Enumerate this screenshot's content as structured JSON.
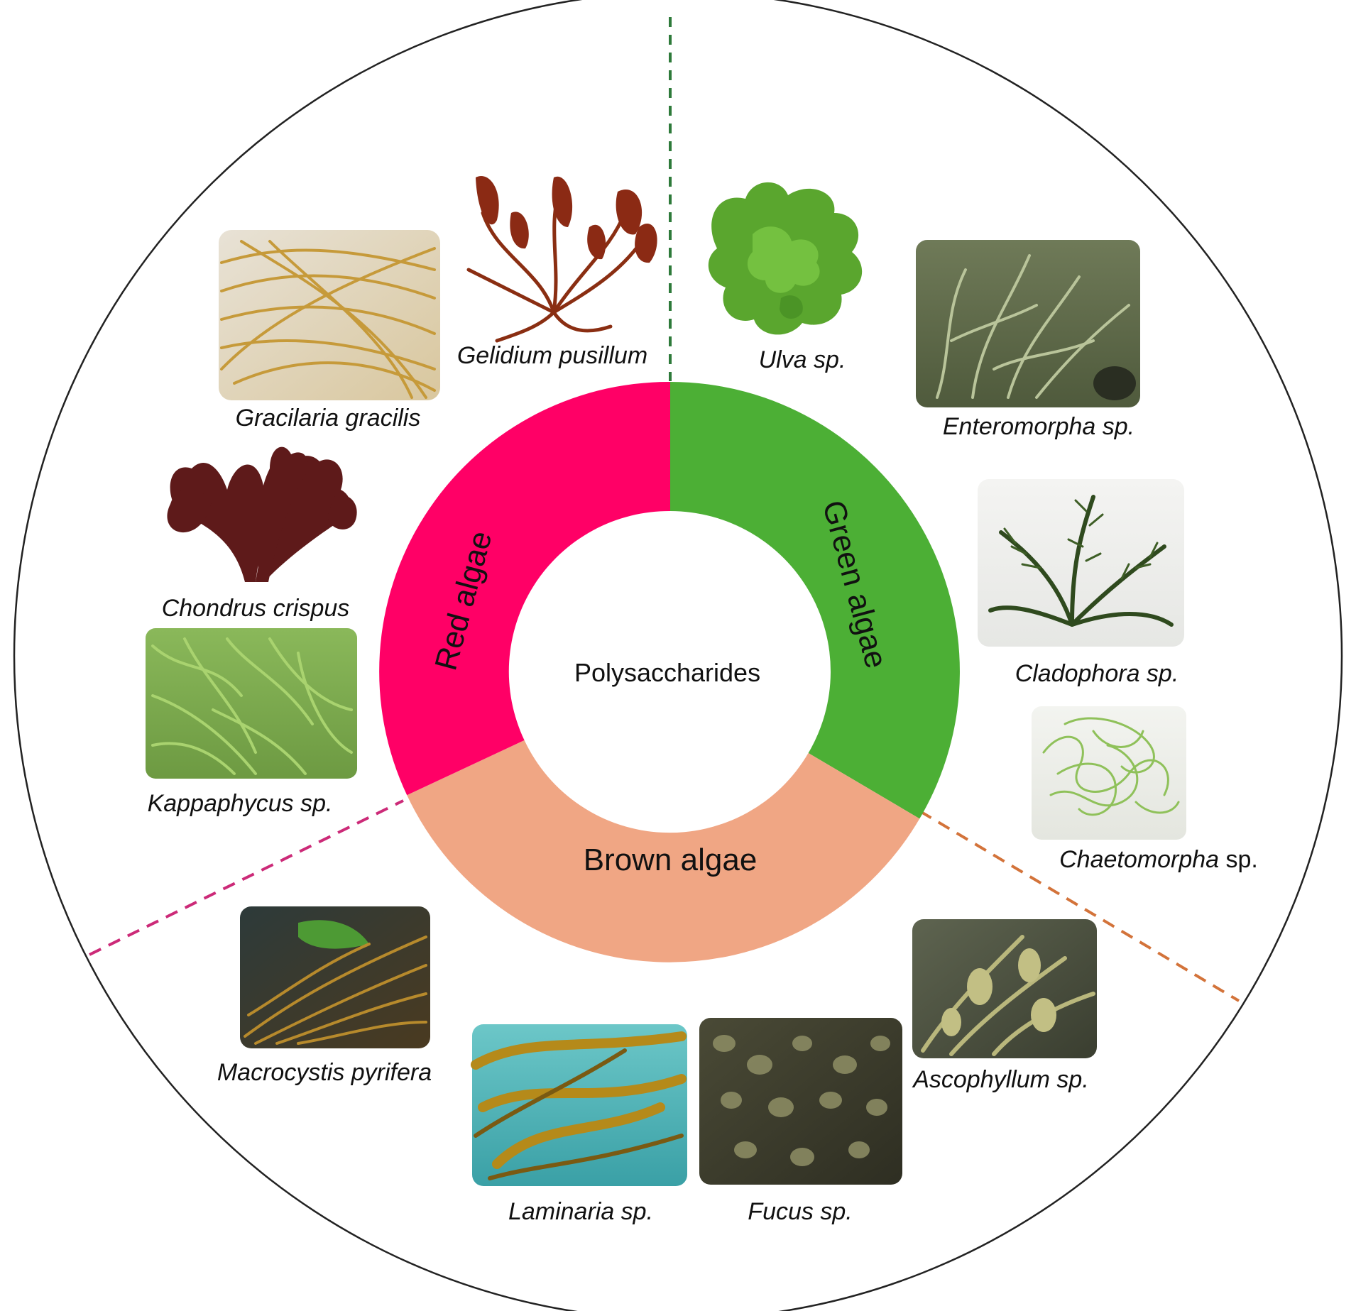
{
  "center": {
    "label": "Polysaccharides"
  },
  "segments": {
    "red": {
      "label": "Red algae",
      "color": "#ff0066"
    },
    "green": {
      "label": "Green algae",
      "color": "#4caf35"
    },
    "brown": {
      "label": "Brown algae",
      "color": "#f0a684"
    }
  },
  "dividers": {
    "red_brown": {
      "color": "#cc2a78"
    },
    "green_brown": {
      "color": "#d3733a"
    },
    "red_green": {
      "color": "#2e7a3a"
    }
  },
  "species": {
    "gelidium": {
      "name": "Gelidium pusillum"
    },
    "gracilaria": {
      "name": "Gracilaria gracilis"
    },
    "chondrus": {
      "name": "Chondrus crispus"
    },
    "kappaphycus": {
      "name": "Kappaphycus sp."
    },
    "ulva": {
      "name": "Ulva sp."
    },
    "enteromorpha": {
      "name": "Enteromorpha sp."
    },
    "cladophora": {
      "name": "Cladophora sp."
    },
    "chaetomorpha": {
      "genus": "Chaetomorpha",
      "suffix": " sp."
    },
    "macrocystis": {
      "name": "Macrocystis pyrifera"
    },
    "laminaria": {
      "name": "Laminaria sp."
    },
    "fucus": {
      "name": "Fucus sp."
    },
    "ascophyllum": {
      "name": "Ascophyllum sp."
    }
  }
}
